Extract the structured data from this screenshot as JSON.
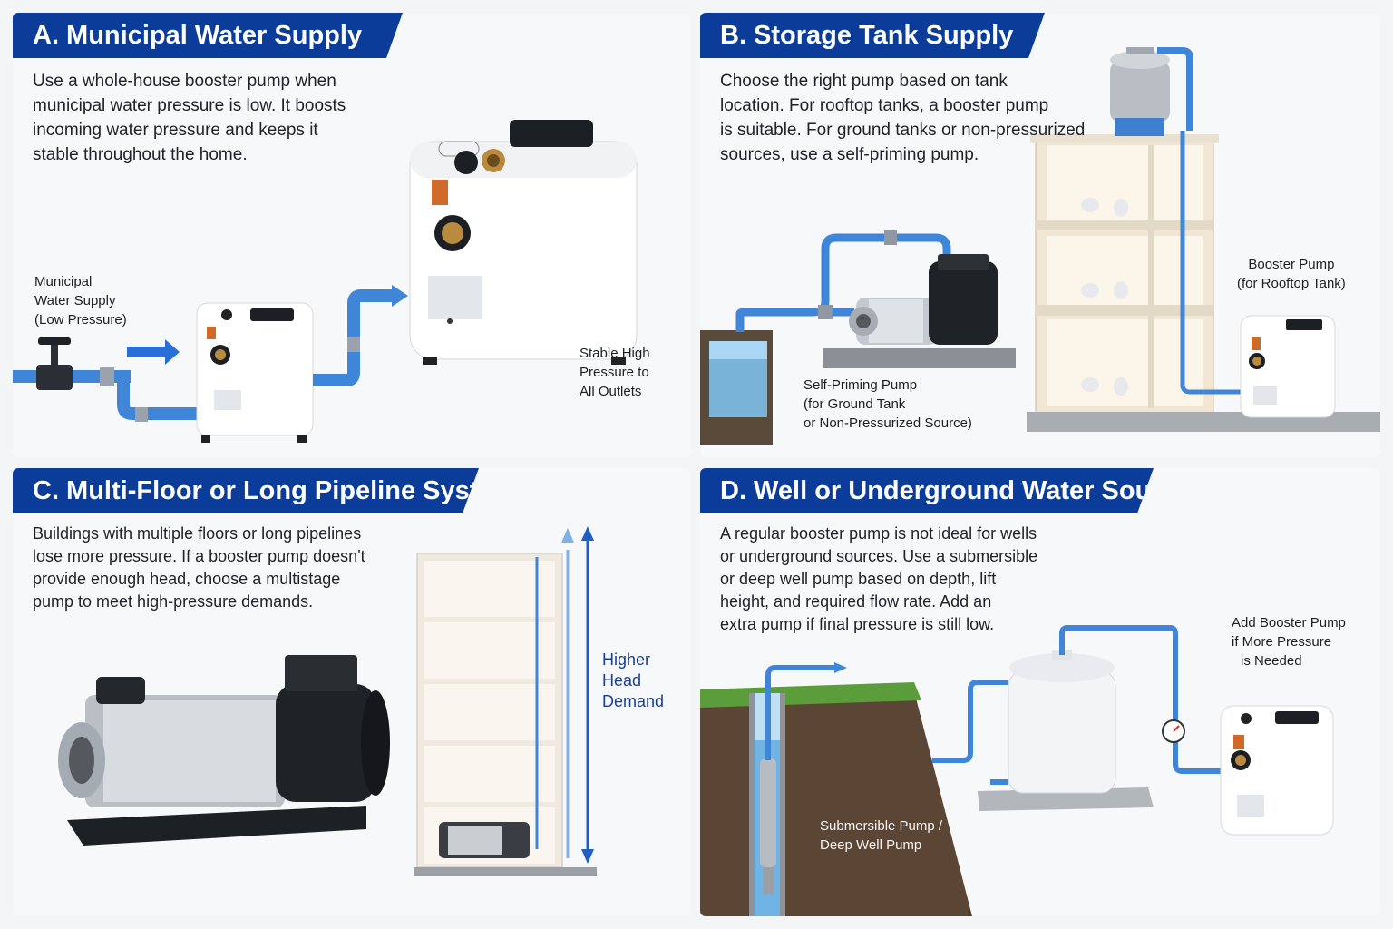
{
  "panelA": {
    "title": "A. Municipal Water Supply",
    "desc_lines": [
      "Use a whole-house booster pump when",
      "municipal water pressure is low. It boosts",
      "incoming water pressure and keeps it",
      "stable throughout the home."
    ],
    "label_supply": [
      "Municipal",
      "Water Supply",
      "(Low Pressure)"
    ],
    "label_outlets": [
      "Stable High",
      "Pressure to",
      "All Outlets"
    ]
  },
  "panelB": {
    "title": "B. Storage Tank Supply",
    "desc_lines": [
      "Choose the right pump based on tank",
      "location. For rooftop tanks, a booster pump",
      "is suitable. For ground tanks or non-pressurized",
      "sources, use a self-priming pump."
    ],
    "label_self": [
      "Self-Priming Pump",
      "(for Ground Tank",
      "or Non-Pressurized Source)"
    ],
    "label_booster": [
      "Booster Pump",
      "(for Rooftop Tank)"
    ]
  },
  "panelC": {
    "title": "C. Multi-Floor or Long Pipeline Systems",
    "desc_lines": [
      "Buildings with multiple floors or long pipelines",
      "lose more pressure. If a booster pump doesn't",
      "provide enough head, choose a multistage",
      "pump to meet high-pressure demands."
    ],
    "label_head": [
      "Higher",
      "Head",
      "Demand"
    ]
  },
  "panelD": {
    "title": "D. Well or Underground Water Source",
    "desc_lines": [
      "A regular booster pump is not ideal for wells",
      "or underground sources. Use a submersible",
      "or deep well pump based on depth, lift",
      "height, and required flow rate. Add an",
      "extra pump if final pressure is still low."
    ],
    "label_sub": [
      "Submersible Pump /",
      "Deep Well Pump"
    ],
    "label_add": [
      "Add Booster Pump",
      "if More Pressure",
      "is Needed"
    ]
  },
  "colors": {
    "title_bg": "#0b3c99",
    "pipe": "#3f86d8",
    "accent_text": "#1a4fa0",
    "head_arrow": "#1f5fc4"
  }
}
